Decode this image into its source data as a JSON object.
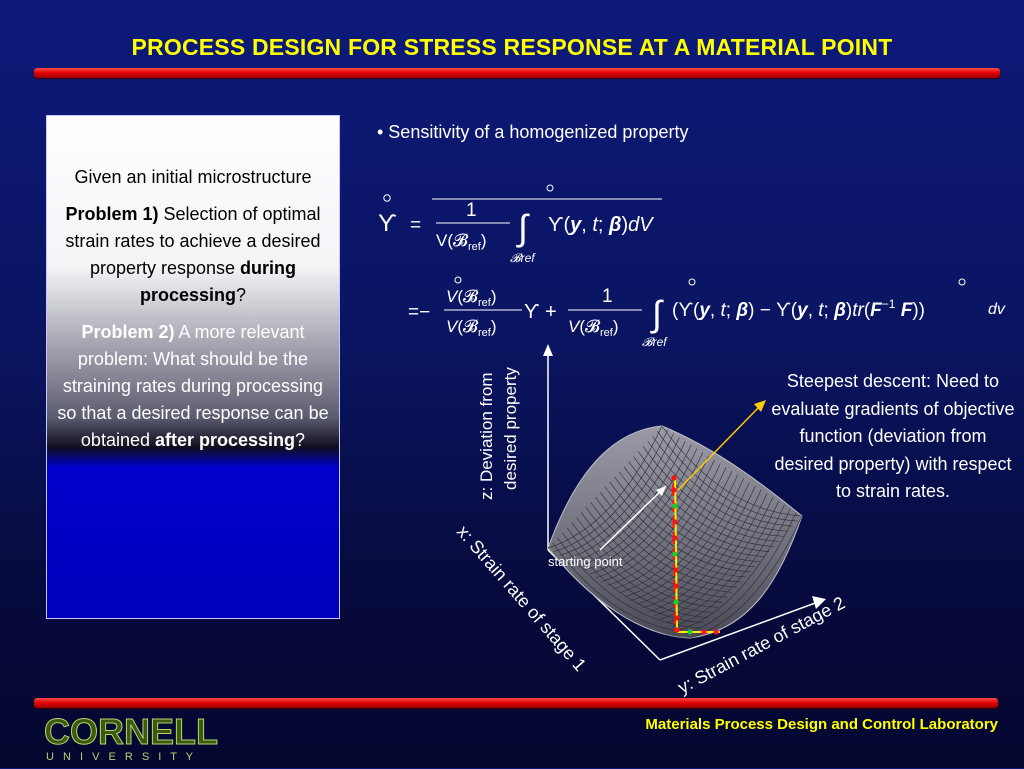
{
  "title": "PROCESS DESIGN FOR STRESS RESPONSE AT A MATERIAL POINT",
  "panel": {
    "intro": "Given an initial microstructure",
    "p1_bold": "Problem 1)",
    "p1_text": " Selection of optimal strain rates to achieve a desired property response ",
    "p1_bold2": "during processing",
    "p1_end": "?",
    "p2_bold": "Problem 2)",
    "p2_text": " A more relevant problem: What should be the straining rates during processing so that a desired response can be obtained ",
    "p2_bold2": "after processing",
    "p2_end": "?"
  },
  "bullet": "• Sensitivity of a homogenized property",
  "equation": {
    "eq1": "Υ̊  =  (1 / V(B_ref)) ∫_{B_ref} Υ̊(y, t; β) dV",
    "eq2": "= − (V̊(B_ref) / V(B_ref)) Υ + (1 / V(B_ref)) ∫_{B_ref} (Υ̊(y, t; β) − Υ(y, t; β) tr(F⁻¹ F̊)) dv"
  },
  "plot": {
    "z_label_line1": "z: Deviation from",
    "z_label_line2": "desired property",
    "x_label": "x: Strain rate of stage 1",
    "y_label": "y: Strain rate of stage 2",
    "start_label": "starting point"
  },
  "note": "Steepest descent: Need to evaluate gradients of objective function (deviation from desired property) with respect to strain rates.",
  "footer": {
    "lab": "Materials Process Design and Control Laboratory",
    "logo_main": "CORNELL",
    "logo_sub": "U N I V E R S I T Y"
  },
  "colors": {
    "title": "#ffff00",
    "bar": "#e00000",
    "background": "#0a1460",
    "surface": "#8c8c96",
    "path": "#ff0000",
    "arrow": "#ffcc00"
  }
}
